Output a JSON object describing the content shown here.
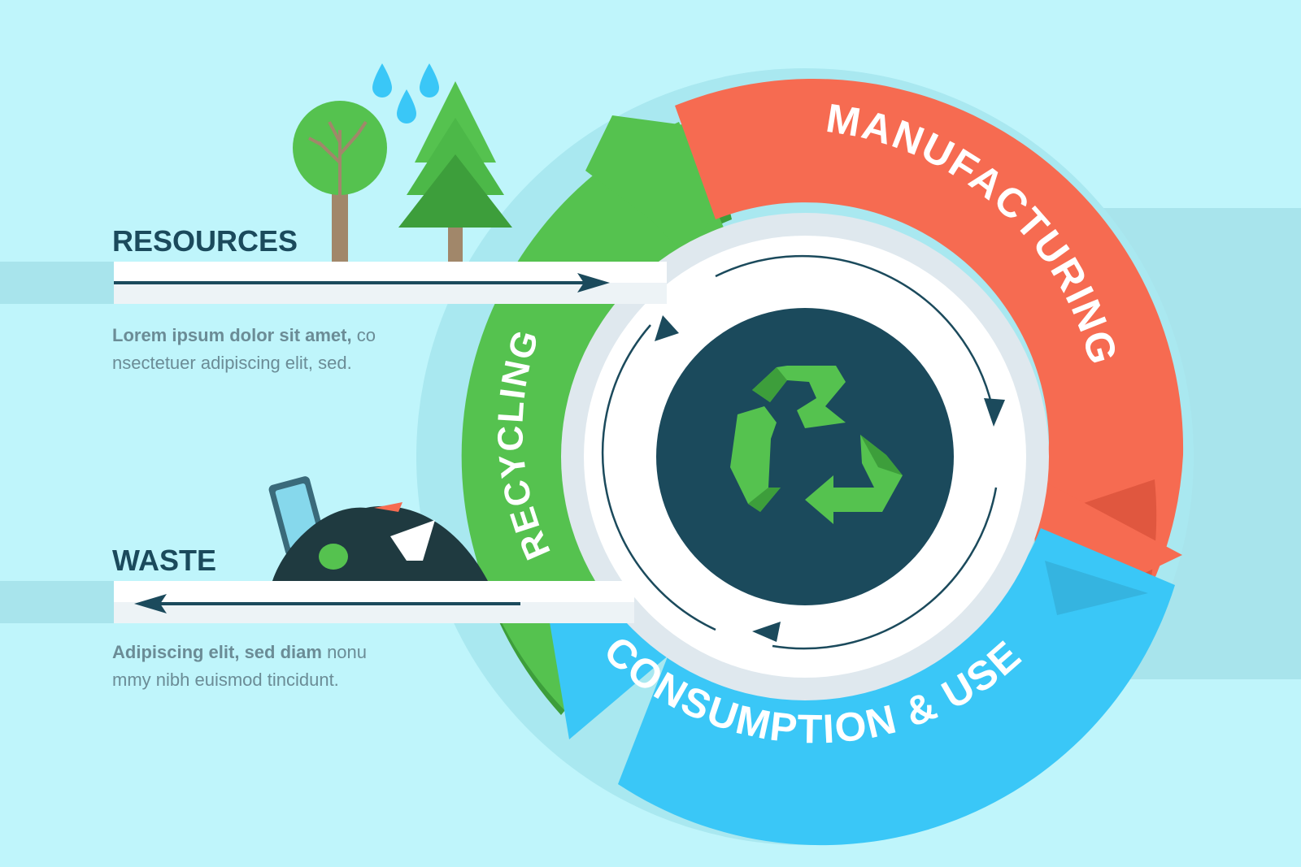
{
  "resources": {
    "heading": "RESOURCES",
    "text_bold": "Lorem ipsum dolor sit amet,",
    "text_line1_rest": " co",
    "text_line2": "nsectetuer adipiscing elit, sed."
  },
  "waste": {
    "heading": "WASTE",
    "text_bold": "Adipiscing elit, sed diam",
    "text_line1_rest": " nonu",
    "text_line2": "mmy nibh euismod tincidunt."
  },
  "cycle": {
    "manufacturing": "MANUFACTURING",
    "consumption": "CONSUMPTION & USE",
    "recycling": "RECYCLING"
  },
  "colors": {
    "background": "#bff5fb",
    "band": "#a8e4ec",
    "navy": "#1b4a5c",
    "manufacturing": "#f66b51",
    "consumption": "#3ac7f7",
    "recycling": "#55c24f",
    "recycling_dark": "#3d9e3b",
    "gray_text": "#6b8c96"
  },
  "icons": [
    "tree-icon",
    "pine-tree-icon",
    "water-drop-icon",
    "waste-pile-icon",
    "recycle-icon"
  ]
}
